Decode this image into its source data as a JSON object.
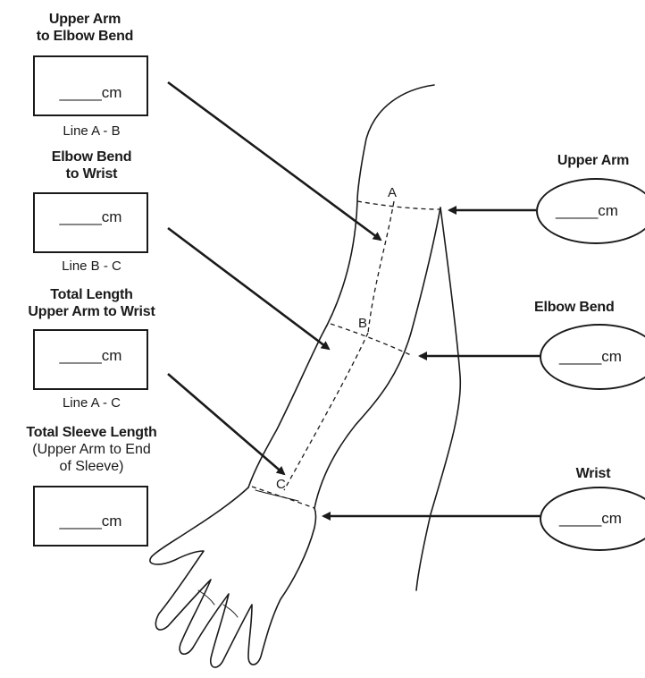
{
  "left_measurements": [
    {
      "title_lines": [
        "Upper Arm",
        "to Elbow Bend"
      ],
      "field_text": "_____cm",
      "caption": "Line A - B"
    },
    {
      "title_lines": [
        "Elbow Bend",
        "to Wrist"
      ],
      "field_text": "_____cm",
      "caption": "Line B - C"
    },
    {
      "title_lines": [
        "Total Length",
        "Upper Arm to Wrist"
      ],
      "field_text": "_____cm",
      "caption": "Line A - C"
    },
    {
      "title_lines": [
        "Total Sleeve Length"
      ],
      "subtitle_lines": [
        "(Upper Arm to End",
        "of Sleeve)"
      ],
      "field_text": "_____cm"
    }
  ],
  "right_measurements": [
    {
      "title": "Upper Arm",
      "field_text": "_____cm"
    },
    {
      "title": "Elbow Bend",
      "field_text": "_____cm"
    },
    {
      "title": "Wrist",
      "field_text": "_____cm"
    }
  ],
  "points": {
    "a": "A",
    "b": "B",
    "c": "C"
  }
}
